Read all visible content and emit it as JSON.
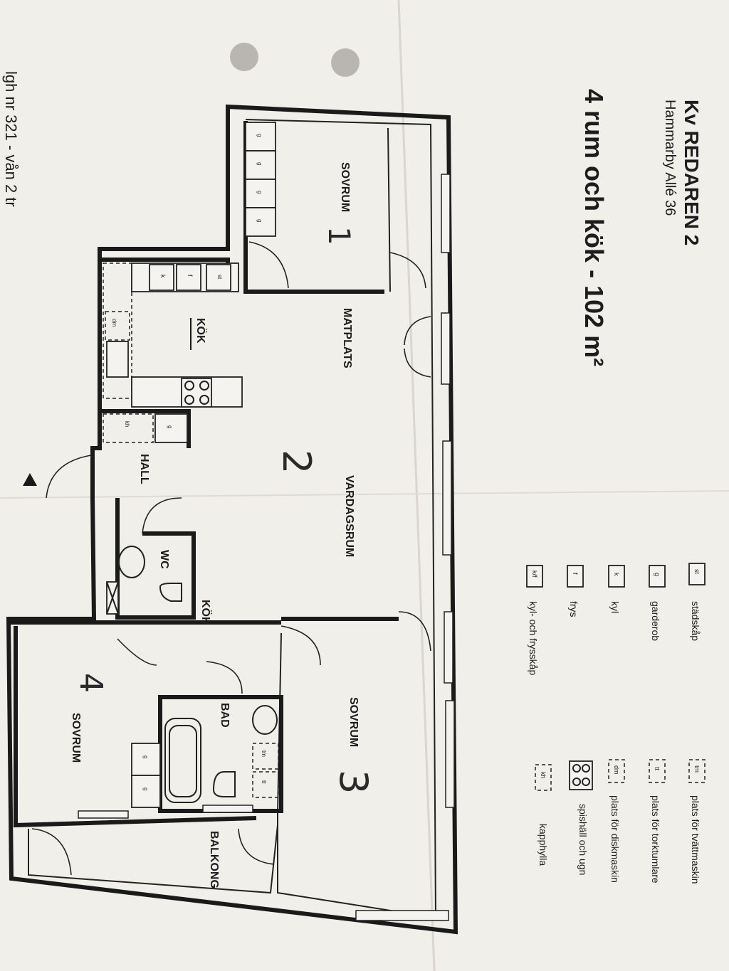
{
  "header": {
    "title": "Kv REDAREN 2",
    "address": "Hammarby Allé 36",
    "size": "4 rum och kök - 102 m²",
    "footer": "lgh nr 321   -   vån 2 tr"
  },
  "rooms": {
    "sovrum1": "SOVRUM",
    "matplats": "MATPLATS",
    "kok_main": "KÖK",
    "hall": "HALL",
    "wc": "WC",
    "vardagsrum": "VARDAGSRUM",
    "kok_lower": "KÖK",
    "bad": "BAD",
    "sovrum3": "SOVRUM",
    "sovrum4": "SOVRUM",
    "balkong": "BALKONG"
  },
  "handwritten": {
    "n1": "1",
    "n2": "2",
    "n3": "3",
    "n4": "4"
  },
  "legend": [
    {
      "code": "st",
      "label": "städskåp"
    },
    {
      "code": "g",
      "label": "garderob"
    },
    {
      "code": "k",
      "label": "kyl"
    },
    {
      "code": "f",
      "label": "frys"
    },
    {
      "code": "k/f",
      "label": "kyl- och frysskåp"
    },
    {
      "code": "tm",
      "label": "plats för tvättmaskin"
    },
    {
      "code": "tt",
      "label": "plats för torktumlare"
    },
    {
      "code": "dm",
      "label": "plats för diskmaskin"
    },
    {
      "code": "",
      "label": "spishäll och ugn"
    },
    {
      "code": "kh",
      "label": "kapphylla"
    }
  ],
  "fixtures": {
    "g": "g",
    "k": "k",
    "f": "f",
    "st": "st",
    "dm": "dm",
    "kh": "kh",
    "tm": "tm",
    "tt": "tt"
  },
  "colors": {
    "paper": "#f4f3ef",
    "ink": "#1a1a1a",
    "background": "#b9b6b1"
  }
}
